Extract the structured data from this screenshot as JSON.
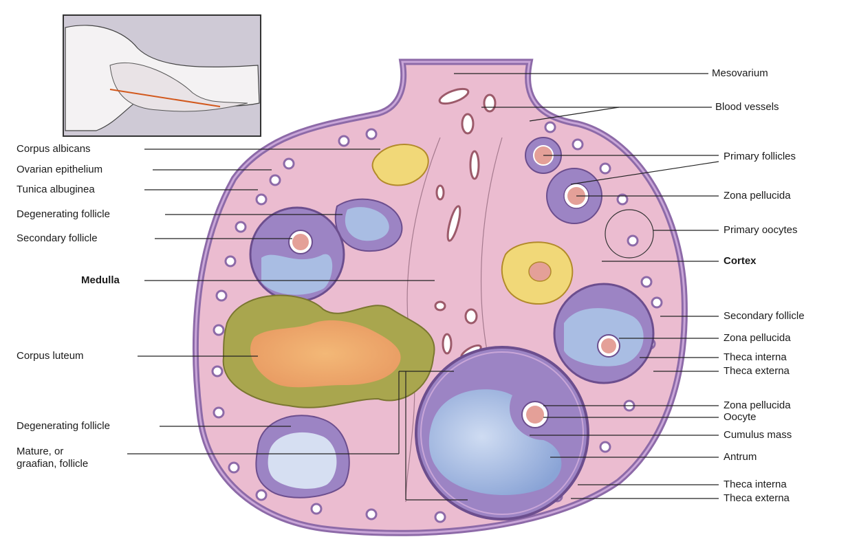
{
  "labels_left": {
    "corpus_albicans": "Corpus albicans",
    "ovarian_epithelium": "Ovarian epithelium",
    "tunica_albuginea": "Tunica albuginea",
    "degenerating_follicle_top": "Degenerating follicle",
    "secondary_follicle_left": "Secondary follicle",
    "medulla": "Medulla",
    "corpus_luteum": "Corpus luteum",
    "degenerating_follicle_bottom": "Degenerating follicle",
    "mature_line1": "Mature, or",
    "mature_line2": "graafian, follicle"
  },
  "labels_right": {
    "mesovarium": "Mesovarium",
    "blood_vessels": "Blood vessels",
    "primary_follicles": "Primary follicles",
    "zona_pellucida_1": "Zona  pellucida",
    "primary_oocytes": "Primary oocytes",
    "cortex": "Cortex",
    "secondary_follicle_right": "Secondary follicle",
    "zona_pellucida_2": "Zona  pellucida",
    "theca_interna_1": "Theca interna",
    "theca_externa_1": "Theca externa",
    "zona_pellucida_3": "Zona  pellucida",
    "oocyte": "Oocyte",
    "cumulus_mass": "Cumulus mass",
    "antrum": "Antrum",
    "theca_interna_2": "Theca interna",
    "theca_externa_2": "Theca externa"
  },
  "colors": {
    "stroma": "#ebbcd0",
    "epithelium": "#a98cc0",
    "granulosa": "#9c84c4",
    "antrum": "#a9bde3",
    "luteum_rim": "#a9a64e",
    "luteum_core": "#eda76c",
    "albicans": "#f1d878",
    "oocyte": "#e4a098",
    "inset_bg": "#cfcad6"
  }
}
